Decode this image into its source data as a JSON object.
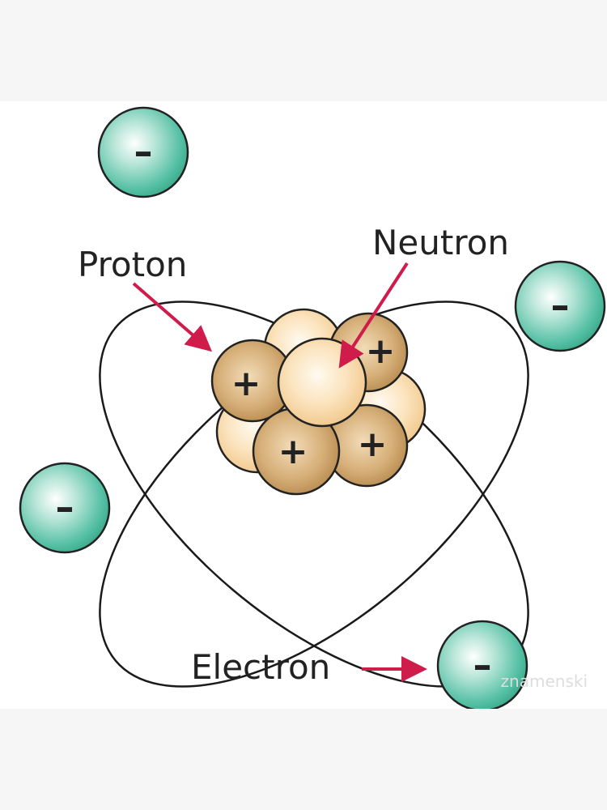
{
  "labels": {
    "proton": "Proton",
    "neutron": "Neutron",
    "electron": "Electron"
  },
  "symbols": {
    "proton_charge": "+",
    "electron_charge": "–"
  },
  "watermark": "znamenski",
  "colors": {
    "background": "#f6f6f6",
    "canvas": "#ffffff",
    "orbit": "#1a1a1a",
    "electron": "#4cbca0",
    "proton": "#c79a5b",
    "neutron": "#f8d6a4",
    "arrow": "#d01c4a"
  }
}
